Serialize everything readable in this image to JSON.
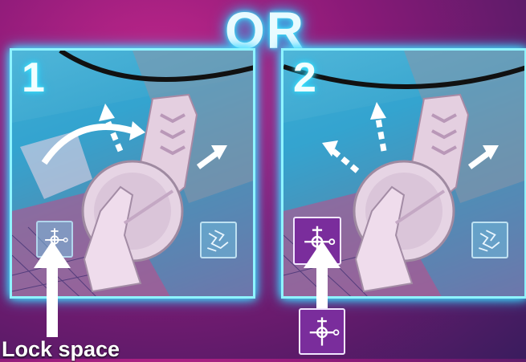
{
  "title": "OR",
  "colors": {
    "neon": "#8ff4ff",
    "accent_purple": "#7a2d9c",
    "background": "#8a1a78"
  },
  "options": [
    {
      "number": "1",
      "tiles": [
        "lock-icon",
        "movement-icon"
      ],
      "arrows": [
        "curved-rotate-arrow",
        "dashed-arrow",
        "arrow-up-right"
      ]
    },
    {
      "number": "2",
      "tiles": [
        "lock-icon",
        "movement-icon"
      ],
      "arrows": [
        "dashed-arrow-up",
        "dashed-arrow-up-left",
        "arrow-up-right"
      ]
    }
  ],
  "caption": "Lock space"
}
